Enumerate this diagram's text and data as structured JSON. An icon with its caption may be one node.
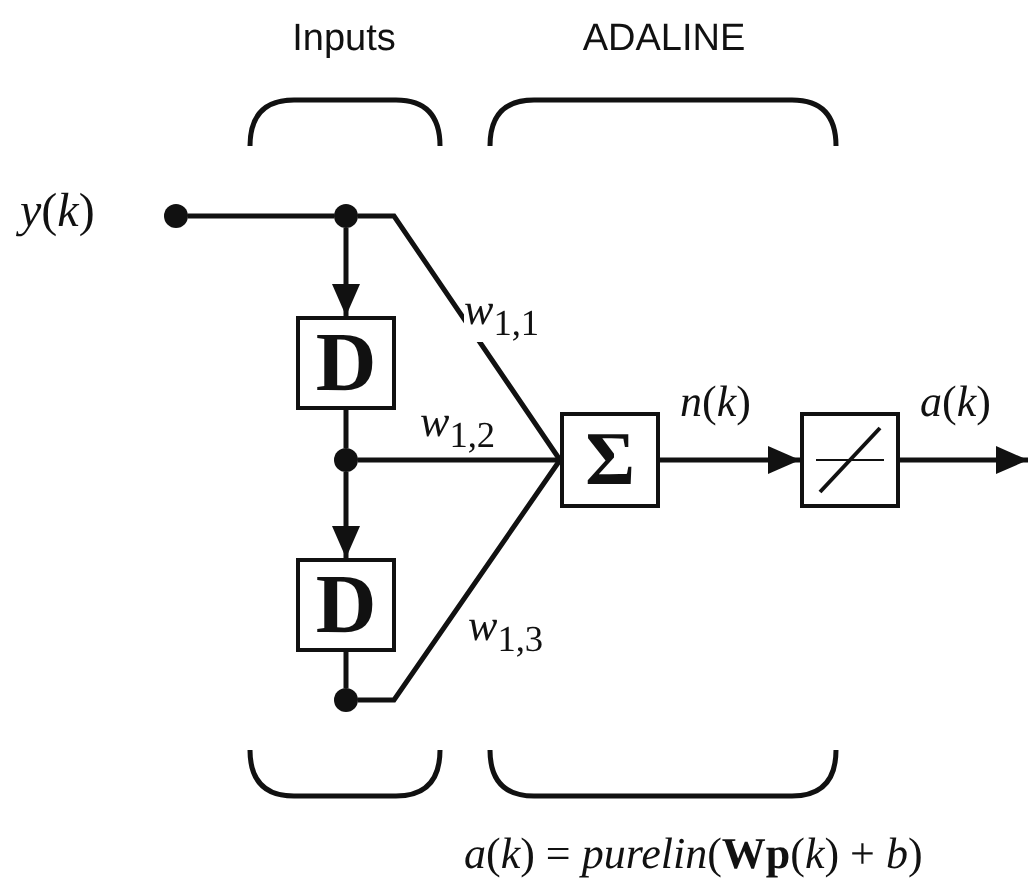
{
  "diagram": {
    "nodes": [
      {
        "text": [],
        "shape": "circle",
        "beside": [
          "*y*(*k*)"
        ]
      },
      {
        "text": [],
        "shape": "circle"
      },
      {
        "text": [
          "D"
        ]
      },
      {
        "text": [],
        "shape": "circle"
      },
      {
        "text": [
          "D"
        ]
      },
      {
        "text": [],
        "shape": "circle"
      },
      {
        "text": [
          "Σ"
        ]
      },
      {
        "text": [],
        "shape": "box"
      }
    ],
    "edges": [
      {
        "from": 0,
        "to": 1,
        "arrow": "none"
      },
      {
        "from": 1,
        "to": 2,
        "arrow": "to"
      },
      {
        "from": 2,
        "to": 3,
        "arrow": "none"
      },
      {
        "from": 3,
        "to": 4,
        "arrow": "to"
      },
      {
        "from": 4,
        "to": 5,
        "arrow": "none"
      },
      {
        "from": 1,
        "to": 6,
        "arrow": "none",
        "label": "*w*$_{1,1}$"
      },
      {
        "from": 3,
        "to": 6,
        "arrow": "none",
        "label": "*w*$_{1,2}$"
      },
      {
        "from": 5,
        "to": 6,
        "arrow": "none",
        "label": "*w*$_{1,3}$"
      },
      {
        "from": 6,
        "to": 7,
        "arrow": "to",
        "label": "*n*(*k*)"
      },
      {
        "from": 7,
        "to": null,
        "arrow": "to",
        "label": "*a*(*k*)"
      }
    ],
    "labels": [
      "Inputs",
      "ADALINE",
      "*a*(*k*) = *purelin*(**Wp**(*k*) + *b*)"
    ]
  }
}
